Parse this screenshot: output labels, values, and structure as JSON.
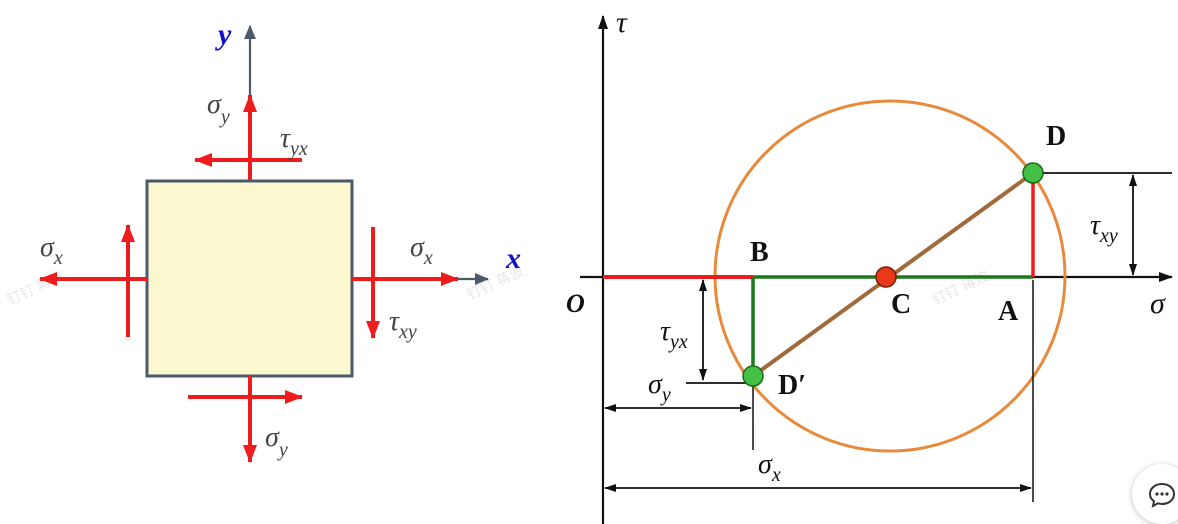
{
  "element": {
    "axis_y": "y",
    "axis_x": "x",
    "sigma_y_top_sym": "σ",
    "sigma_y_top_sub": "y",
    "tau_yx_sym": "τ",
    "tau_yx_sub": "yx",
    "sigma_x_left_sym": "σ",
    "sigma_x_left_sub": "x",
    "sigma_x_right_sym": "σ",
    "sigma_x_right_sub": "x",
    "tau_xy_sym": "τ",
    "tau_xy_sub": "xy",
    "sigma_y_bottom_sym": "σ",
    "sigma_y_bottom_sub": "y"
  },
  "mohr": {
    "axis_tau": "τ",
    "axis_sigma": "σ",
    "origin": "O",
    "point_b": "B",
    "point_c": "C",
    "point_a": "A",
    "point_d": "D",
    "point_d_prime": "D′",
    "tau_xy_sym": "τ",
    "tau_xy_sub": "xy",
    "tau_yx_sym": "τ",
    "tau_yx_sub": "yx",
    "sigma_y_sym": "σ",
    "sigma_y_sub": "y",
    "sigma_x_sym": "σ",
    "sigma_x_sub": "x"
  },
  "watermark": "钉钉 蒋波",
  "colors": {
    "element_fill": "#fbf8cf",
    "element_border": "#4a5a6a",
    "stress_arrow": "#ee1c1c",
    "axis_label_blue": "#1010cc",
    "circle": "#e88a3c",
    "diameter": "#a06a3a",
    "green_segment": "#1a7a1a",
    "point_green": "#44c044",
    "point_red": "#e83a1a"
  },
  "icons": {
    "chat": "chat-bubble-icon"
  }
}
